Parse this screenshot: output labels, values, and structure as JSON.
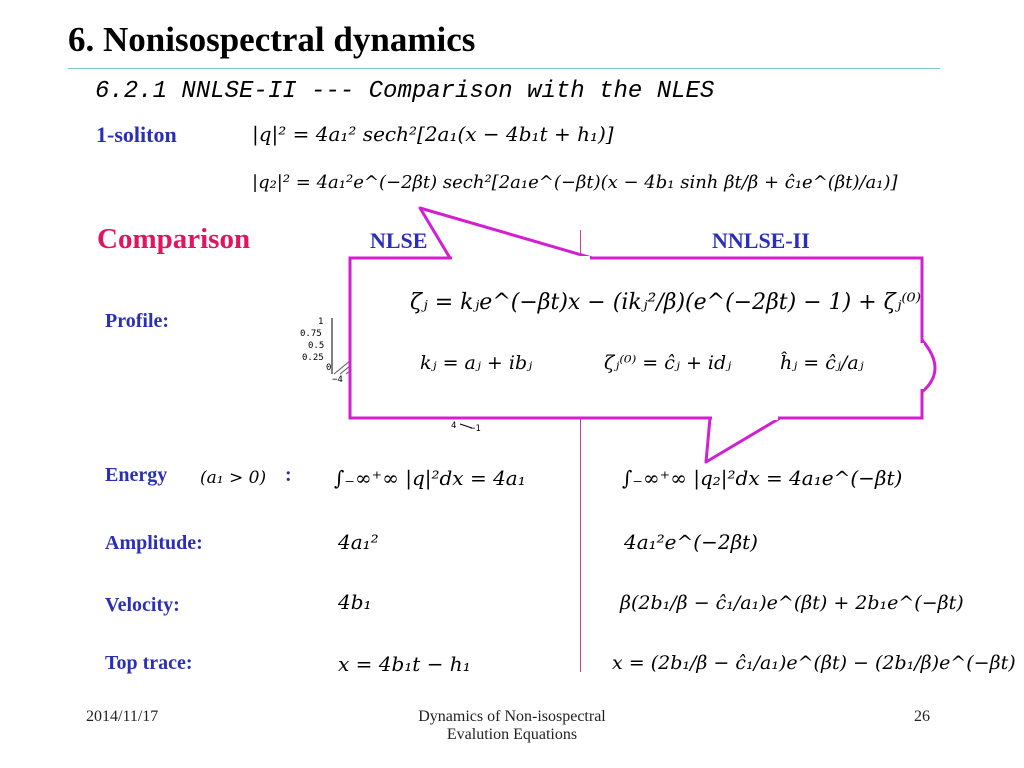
{
  "title": "6. Nonisospectral dynamics",
  "subtitle": "6.2.1 NNLSE-II  --- Comparison with the NLES",
  "soliton_label": "1-soliton",
  "soliton_eq1": "|q|² = 4a₁² sech²[2a₁(x − 4b₁t + h₁)]",
  "soliton_eq2": "|q₂|² = 4a₁²e^(−2βt) sech²[2a₁e^(−βt)(x − 4b₁ sinh βt/β + ĉ₁e^(βt)/a₁)]",
  "comparison_label": "Comparison",
  "col_nlse": "NLSE",
  "col_nnlse": "NNLSE-II",
  "rows": {
    "profile": "Profile:",
    "energy": "Energy",
    "energy_cond": "(a₁ > 0)",
    "energy_colon": ":",
    "amplitude": "Amplitude:",
    "velocity": "Velocity:",
    "top_trace": "Top trace:"
  },
  "plot_ticks": [
    "1",
    "0.75",
    "0.5",
    "0.25",
    "0",
    "−4",
    "4",
    "−1"
  ],
  "nlse": {
    "energy": "∫₋∞⁺∞ |q|²dx = 4a₁",
    "amplitude": "4a₁²",
    "velocity": "4b₁",
    "top_trace": "x = 4b₁t − h₁"
  },
  "nnlse": {
    "energy": "∫₋∞⁺∞ |q₂|²dx = 4a₁e^(−βt)",
    "amplitude": "4a₁²e^(−2βt)",
    "velocity": "β(2b₁/β − ĉ₁/a₁)e^(βt) + 2b₁e^(−βt)",
    "top_trace": "x = (2b₁/β − ĉ₁/a₁)e^(βt) − (2b₁/β)e^(−βt)"
  },
  "callout": {
    "eq1": "ζⱼ = kⱼe^(−βt)x − (ikⱼ²/β)(e^(−2βt) − 1) + ζⱼ⁽⁰⁾",
    "eq2a": "kⱼ = aⱼ + ibⱼ",
    "eq2b": "ζⱼ⁽⁰⁾ = ĉⱼ + idⱼ",
    "eq2c": "ĥⱼ = ĉⱼ/aⱼ"
  },
  "footer": {
    "date": "2014/11/17",
    "center_line1": "Dynamics of Non-isospectral",
    "center_line2": "Evalution Equations",
    "page": "26"
  },
  "colors": {
    "accent_blue": "#2b2fb8",
    "comparison_pink": "#e01562",
    "callout_magenta": "#d21fd2",
    "title_rule": "#7fc9cc"
  }
}
